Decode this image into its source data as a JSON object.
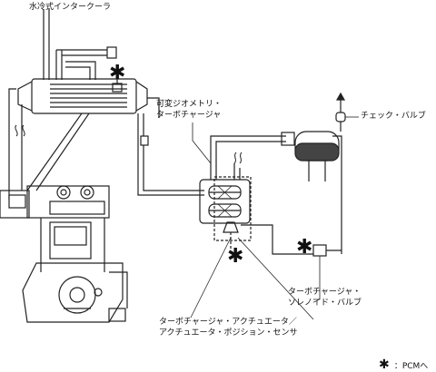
{
  "labels": {
    "intercooler": "水冷式インタークーラ",
    "vgt_line1": "可変ジオメトリ・",
    "vgt_line2": "ターボチャージャ",
    "check_valve": "チェック・バルブ",
    "solenoid_line1": "ターボチャージャ・",
    "solenoid_line2": "ソレノイド・バルブ",
    "actuator_line1": "ターボチャージャ・アクチュエータ／",
    "actuator_line2": "アクチュエータ・ポジション・センサ",
    "legend_text": "：PCMへ"
  },
  "markers": {
    "asterisk": "✱"
  }
}
